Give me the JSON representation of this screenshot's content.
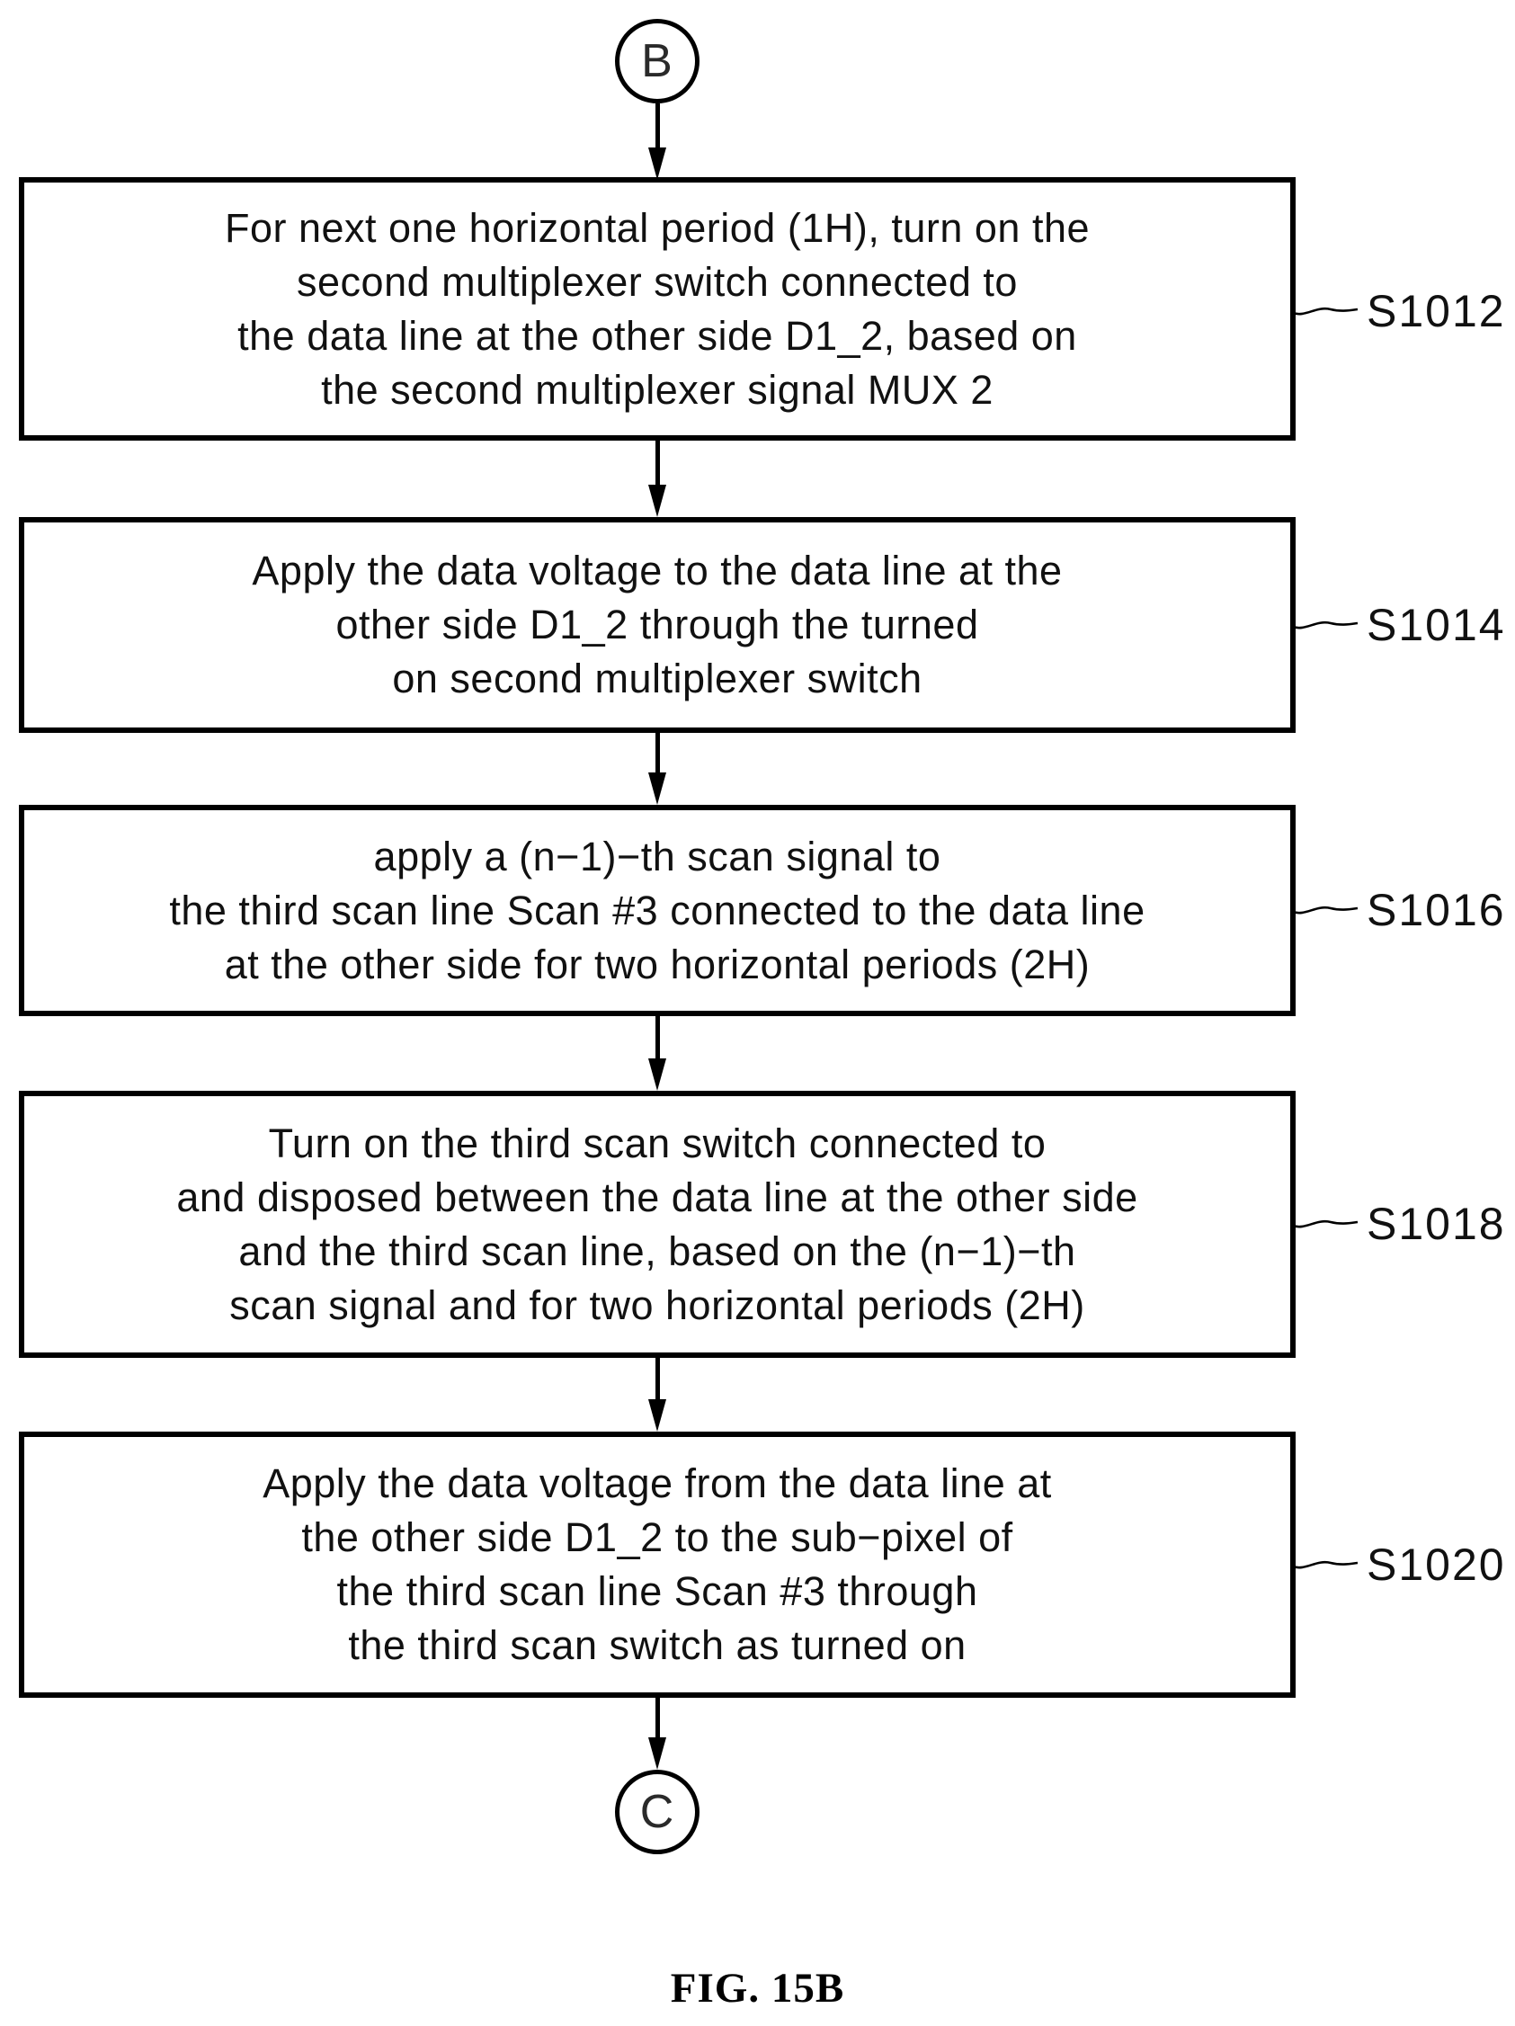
{
  "figure": {
    "caption": "FIG. 15B",
    "entry_connector_label": "B",
    "exit_connector_label": "C"
  },
  "flowchart": {
    "steps": [
      {
        "id": "S1012",
        "lines": [
          "For next one horizontal period (1H), turn on the",
          "second multiplexer switch connected to",
          "the data line at the other side D1_2, based on",
          "the second multiplexer signal MUX 2"
        ]
      },
      {
        "id": "S1014",
        "lines": [
          "Apply the data voltage to the data line at the",
          "other side D1_2 through the turned",
          "on second multiplexer switch"
        ]
      },
      {
        "id": "S1016",
        "lines": [
          "apply a (n−1)−th scan signal to",
          "the third scan line Scan #3 connected to the data line",
          "at the other side for two horizontal periods (2H)"
        ]
      },
      {
        "id": "S1018",
        "lines": [
          "Turn on the third scan switch connected to",
          "and disposed between the data line at the other side",
          "and the third scan line, based on the (n−1)−th",
          "scan signal and for two horizontal periods (2H)"
        ]
      },
      {
        "id": "S1020",
        "lines": [
          "Apply the data voltage from the data line at",
          "the other side D1_2 to the sub−pixel of",
          "the third scan line Scan #3 through",
          "the third scan switch as turned on"
        ]
      }
    ]
  }
}
